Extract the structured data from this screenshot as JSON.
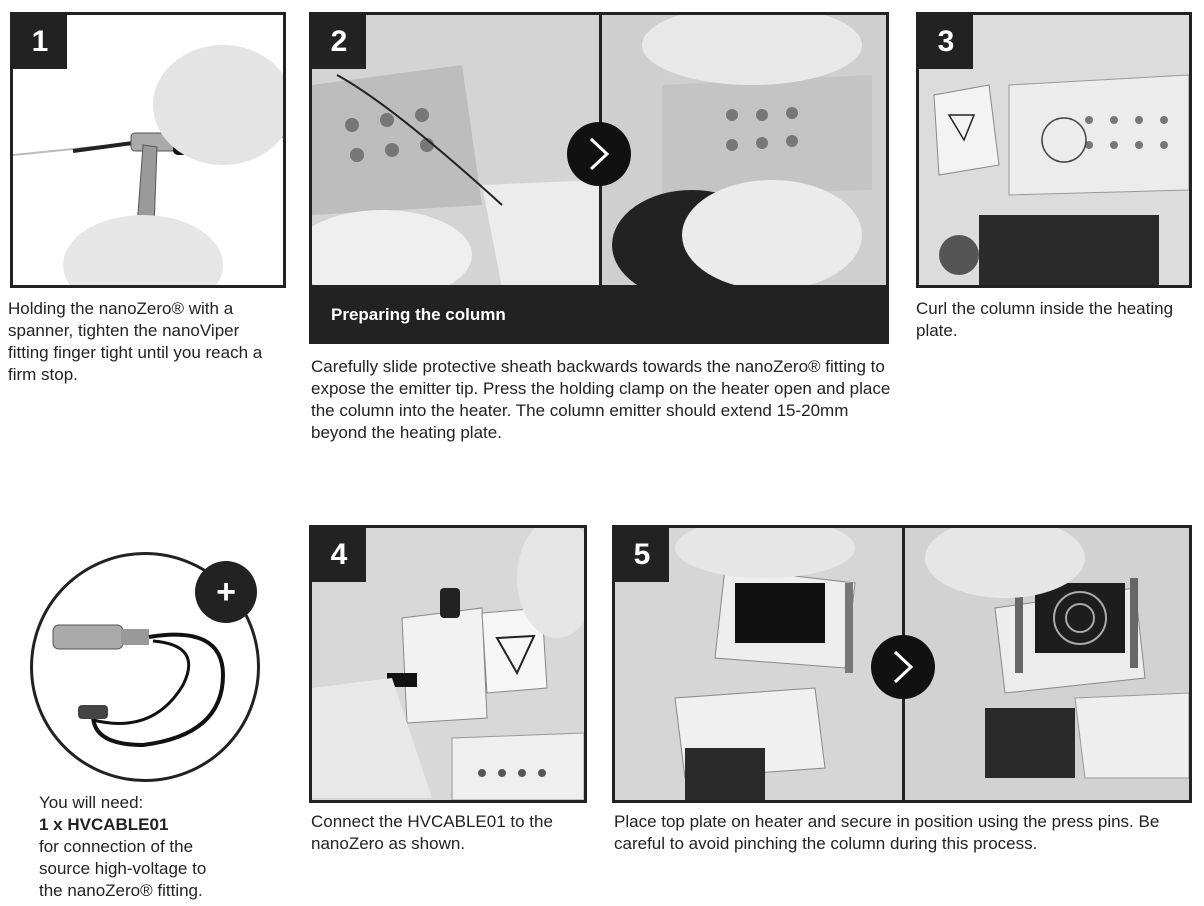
{
  "steps": {
    "s1": {
      "number": "1",
      "caption": "Holding the nanoZero® with a spanner, tighten the nanoViper fitting finger tight until you reach a firm stop."
    },
    "s2": {
      "number": "2",
      "banner": "Preparing the column",
      "caption": "Carefully slide protective sheath backwards towards the nanoZero® fitting to expose the emitter tip. Press the holding clamp on the heater open and place the column into the heater. The column emitter should extend 15-20mm beyond the heating plate."
    },
    "s3": {
      "number": "3",
      "caption": "Curl the column inside the heating plate."
    },
    "s4": {
      "number": "4",
      "caption": "Connect the HVCABLE01 to the nanoZero as shown."
    },
    "s5": {
      "number": "5",
      "caption": "Place top plate on heater and secure in position using the press pins. Be careful to avoid pinching the column during this process."
    }
  },
  "need": {
    "plus": "+",
    "line1": "You will need:",
    "line2": "1 x HVCABLE01",
    "line3": "for connection of the",
    "line4": "source high-voltage to",
    "line5": "the nanoZero® fitting."
  }
}
